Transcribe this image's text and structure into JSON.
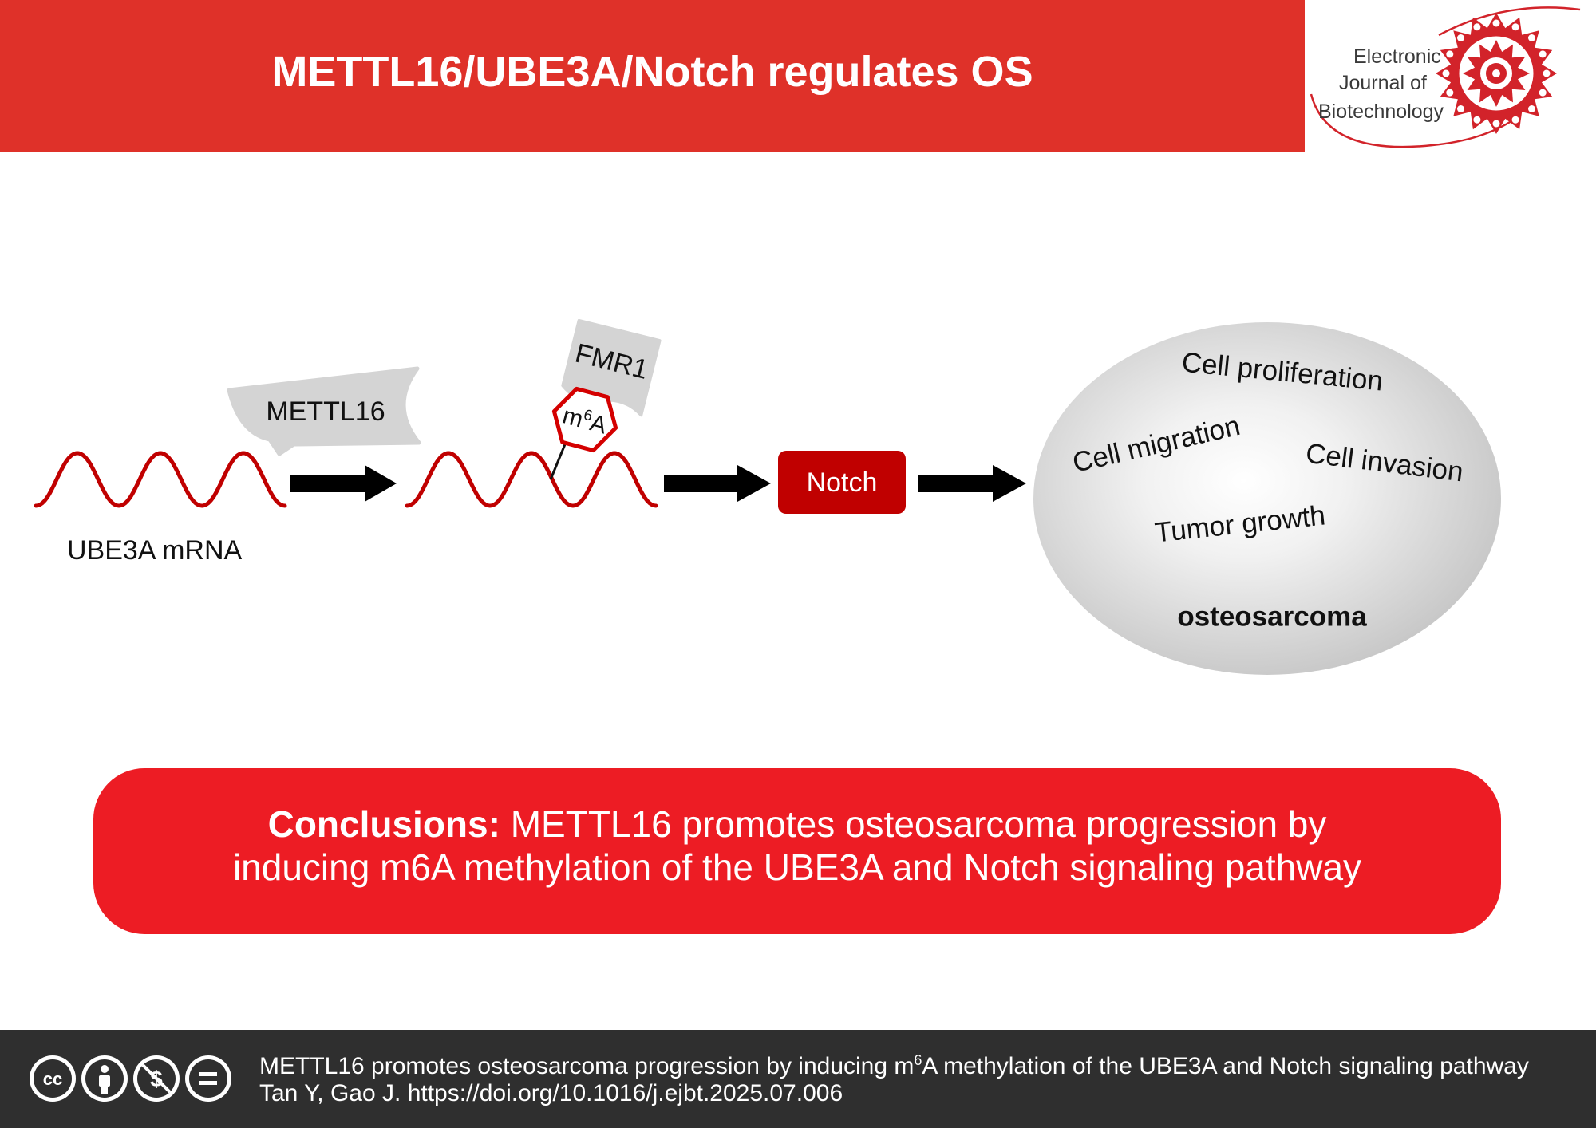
{
  "header": {
    "title": "METTL16/UBE3A/Notch regulates OS"
  },
  "journal_logo": {
    "line1": "Electronic",
    "line2": "Journal of",
    "line3": "Biotechnology",
    "icon": "ornament-seal-icon"
  },
  "diagram": {
    "mrna": {
      "label": "UBE3A mRNA"
    },
    "writer": {
      "label": "METTL16"
    },
    "reader": {
      "label": "FMR1"
    },
    "modification": {
      "base": "m",
      "sup": "6",
      "tail": "A"
    },
    "pathway": {
      "label": "Notch"
    },
    "arrows": [
      "arrow-right-icon",
      "arrow-right-icon",
      "arrow-right-icon"
    ],
    "outcome": {
      "effects": [
        "Cell proliferation",
        "Cell migration",
        "Cell invasion",
        "Tumor growth"
      ],
      "disease": "osteosarcoma"
    }
  },
  "conclusion": {
    "lead": "Conclusions:",
    "line1": "METTL16 promotes osteosarcoma progression by",
    "line2": "inducing m6A methylation of the UBE3A and Notch signaling pathway"
  },
  "footer": {
    "license": {
      "icons": [
        "cc-icon",
        "by-icon",
        "nc-icon",
        "nd-icon"
      ],
      "cc_mark": "cc",
      "nc_mark": "$"
    },
    "citation": {
      "pre": "METTL16 promotes osteosarcoma progression by inducing m",
      "sup": "6",
      "post": "A methylation of the UBE3A and Notch signaling pathway"
    },
    "authors": "Tan Y, Gao J.",
    "doi": "https://doi.org/10.1016/j.ejbt.2025.07.006"
  },
  "colors": {
    "header_red": "#df3129",
    "conclusion_red": "#ed1c24",
    "dark_red": "#c00000",
    "footer_bg": "#2f2f2f",
    "label_grey": "#d4d4d4"
  }
}
